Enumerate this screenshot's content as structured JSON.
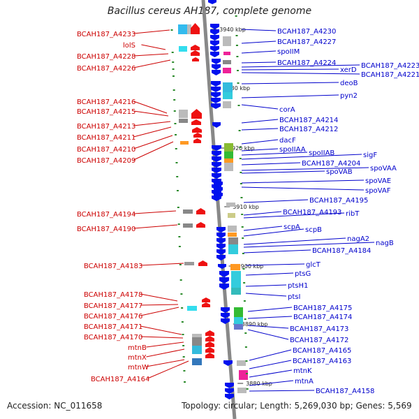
{
  "title": "Bacillus cereus AH187, complete genome",
  "accession": "Accession: NC_011658",
  "topology": "Topology: circular; Length: 5,269,030 bp; Genes: 5,569",
  "colors": {
    "reverse_label": "#cc0000",
    "forward_label": "#0000cc",
    "backbone": "#888888"
  },
  "kbp_marks": [
    "3940 kbp",
    "3930 kbp",
    "3920 kbp",
    "3910 kbp",
    "3900 kbp",
    "3890 kbp",
    "3880 kbp"
  ],
  "left_labels": [
    "BCAH187_A4233",
    "lolS",
    "BCAH187_A4228",
    "BCAH187_A4226",
    "BCAH187_A4216",
    "BCAH187_A4215",
    "BCAH187_A4213",
    "BCAH187_A4211",
    "BCAH187_A4210",
    "BCAH187_A4209",
    "BCAH187_A4194",
    "BCAH187_A4190",
    "BCAH187_A4183",
    "BCAH187_A4178",
    "BCAH187_A4177",
    "BCAH187_A4176",
    "BCAH187_A4171",
    "BCAH187_A4170",
    "mtnB",
    "mtnX",
    "mtnW",
    "BCAH187_A4164"
  ],
  "right_labels": [
    "BCAH187_A4230",
    "BCAH187_A4227",
    "spoIIM",
    "BCAH187_A4224",
    "xerD",
    "BCAH187_A4223",
    "BCAH187_A4221",
    "deoB",
    "pyn2",
    "corA",
    "BCAH187_A4214",
    "BCAH187_A4212",
    "dacF",
    "spoIIAA",
    "spoIIAB",
    "sigF",
    "BCAH187_A4204",
    "spoVAA",
    "spoVAB",
    "spoVAE",
    "spoVAF",
    "BCAH187_A4195",
    "BCAH187_A4193",
    "ribT",
    "scpA",
    "scpB",
    "nagA2",
    "nagB",
    "BCAH187_A4184",
    "glcT",
    "ptsG",
    "ptsH1",
    "ptsI",
    "BCAH187_A4175",
    "BCAH187_A4174",
    "BCAH187_A4173",
    "BCAH187_A4172",
    "BCAH187_A4165",
    "BCAH187_A4163",
    "mtnK",
    "mtnA",
    "BCAH187_A4158"
  ]
}
